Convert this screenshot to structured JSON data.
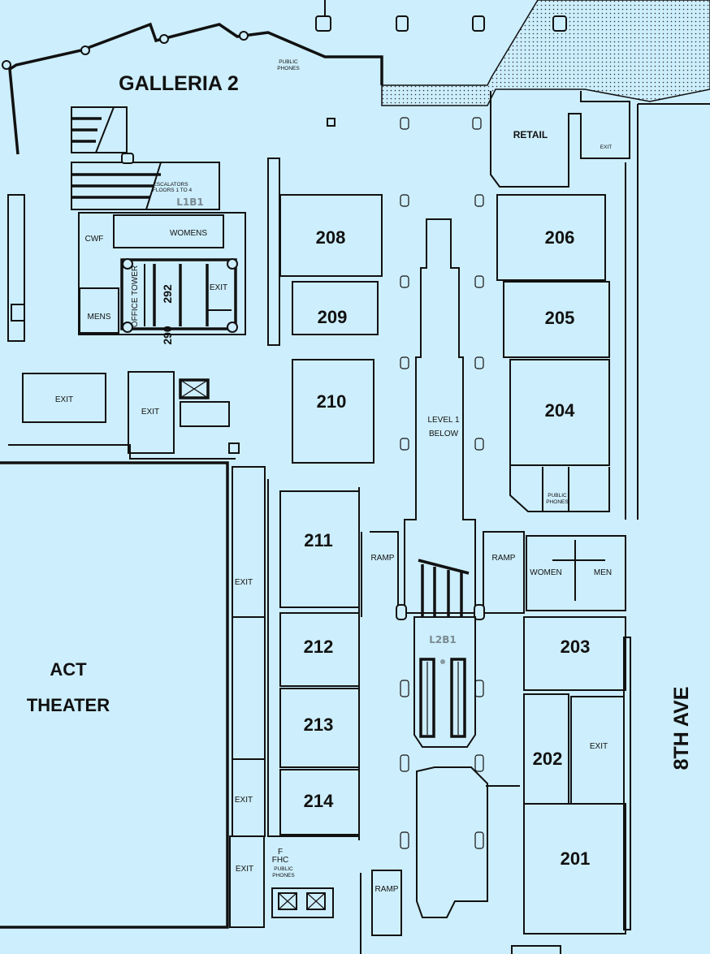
{
  "map": {
    "areas": {
      "galleria": "GALLERIA 2",
      "public_phones_top": "PUBLIC",
      "public_phones_top2": "PHONES",
      "retail": "RETAIL",
      "exit_retail": "EXIT",
      "escalators1": "ESCALATORS",
      "escalators2": "FLOORS 1 TO 4",
      "l1b1": "L1B1",
      "cwf": "CWF",
      "womens": "WOMENS",
      "mens": "MENS",
      "office_tower": "OFFICE TOWER",
      "r292": "292",
      "r290": "290",
      "exit_tower": "EXIT",
      "exit_left1": "EXIT",
      "exit_left2": "EXIT",
      "level1_below1": "LEVEL 1",
      "level1_below2": "BELOW",
      "public_phones_right1": "PUBLIC",
      "public_phones_right2": "PHONES",
      "ramp_left": "RAMP",
      "ramp_right": "RAMP",
      "women": "WOMEN",
      "men": "MEN",
      "l2b1": "L2B1",
      "exit_col1": "EXIT",
      "exit_col2": "EXIT",
      "exit_col3": "EXIT",
      "exit_202": "EXIT",
      "act_theater1": "ACT",
      "act_theater2": "THEATER",
      "eighth_ave": "8TH AVE",
      "f": "F",
      "fhc": "FHC",
      "public_phones_bottom1": "PUBLIC",
      "public_phones_bottom2": "PHONES",
      "ramp_bottom": "RAMP"
    },
    "rooms": {
      "r201": "201",
      "r202": "202",
      "r203": "203",
      "r204": "204",
      "r205": "205",
      "r206": "206",
      "r208": "208",
      "r209": "209",
      "r210": "210",
      "r211": "211",
      "r212": "212",
      "r213": "213",
      "r214": "214"
    },
    "colors": {
      "background": "#cdeefc",
      "walls": "#111111"
    }
  }
}
